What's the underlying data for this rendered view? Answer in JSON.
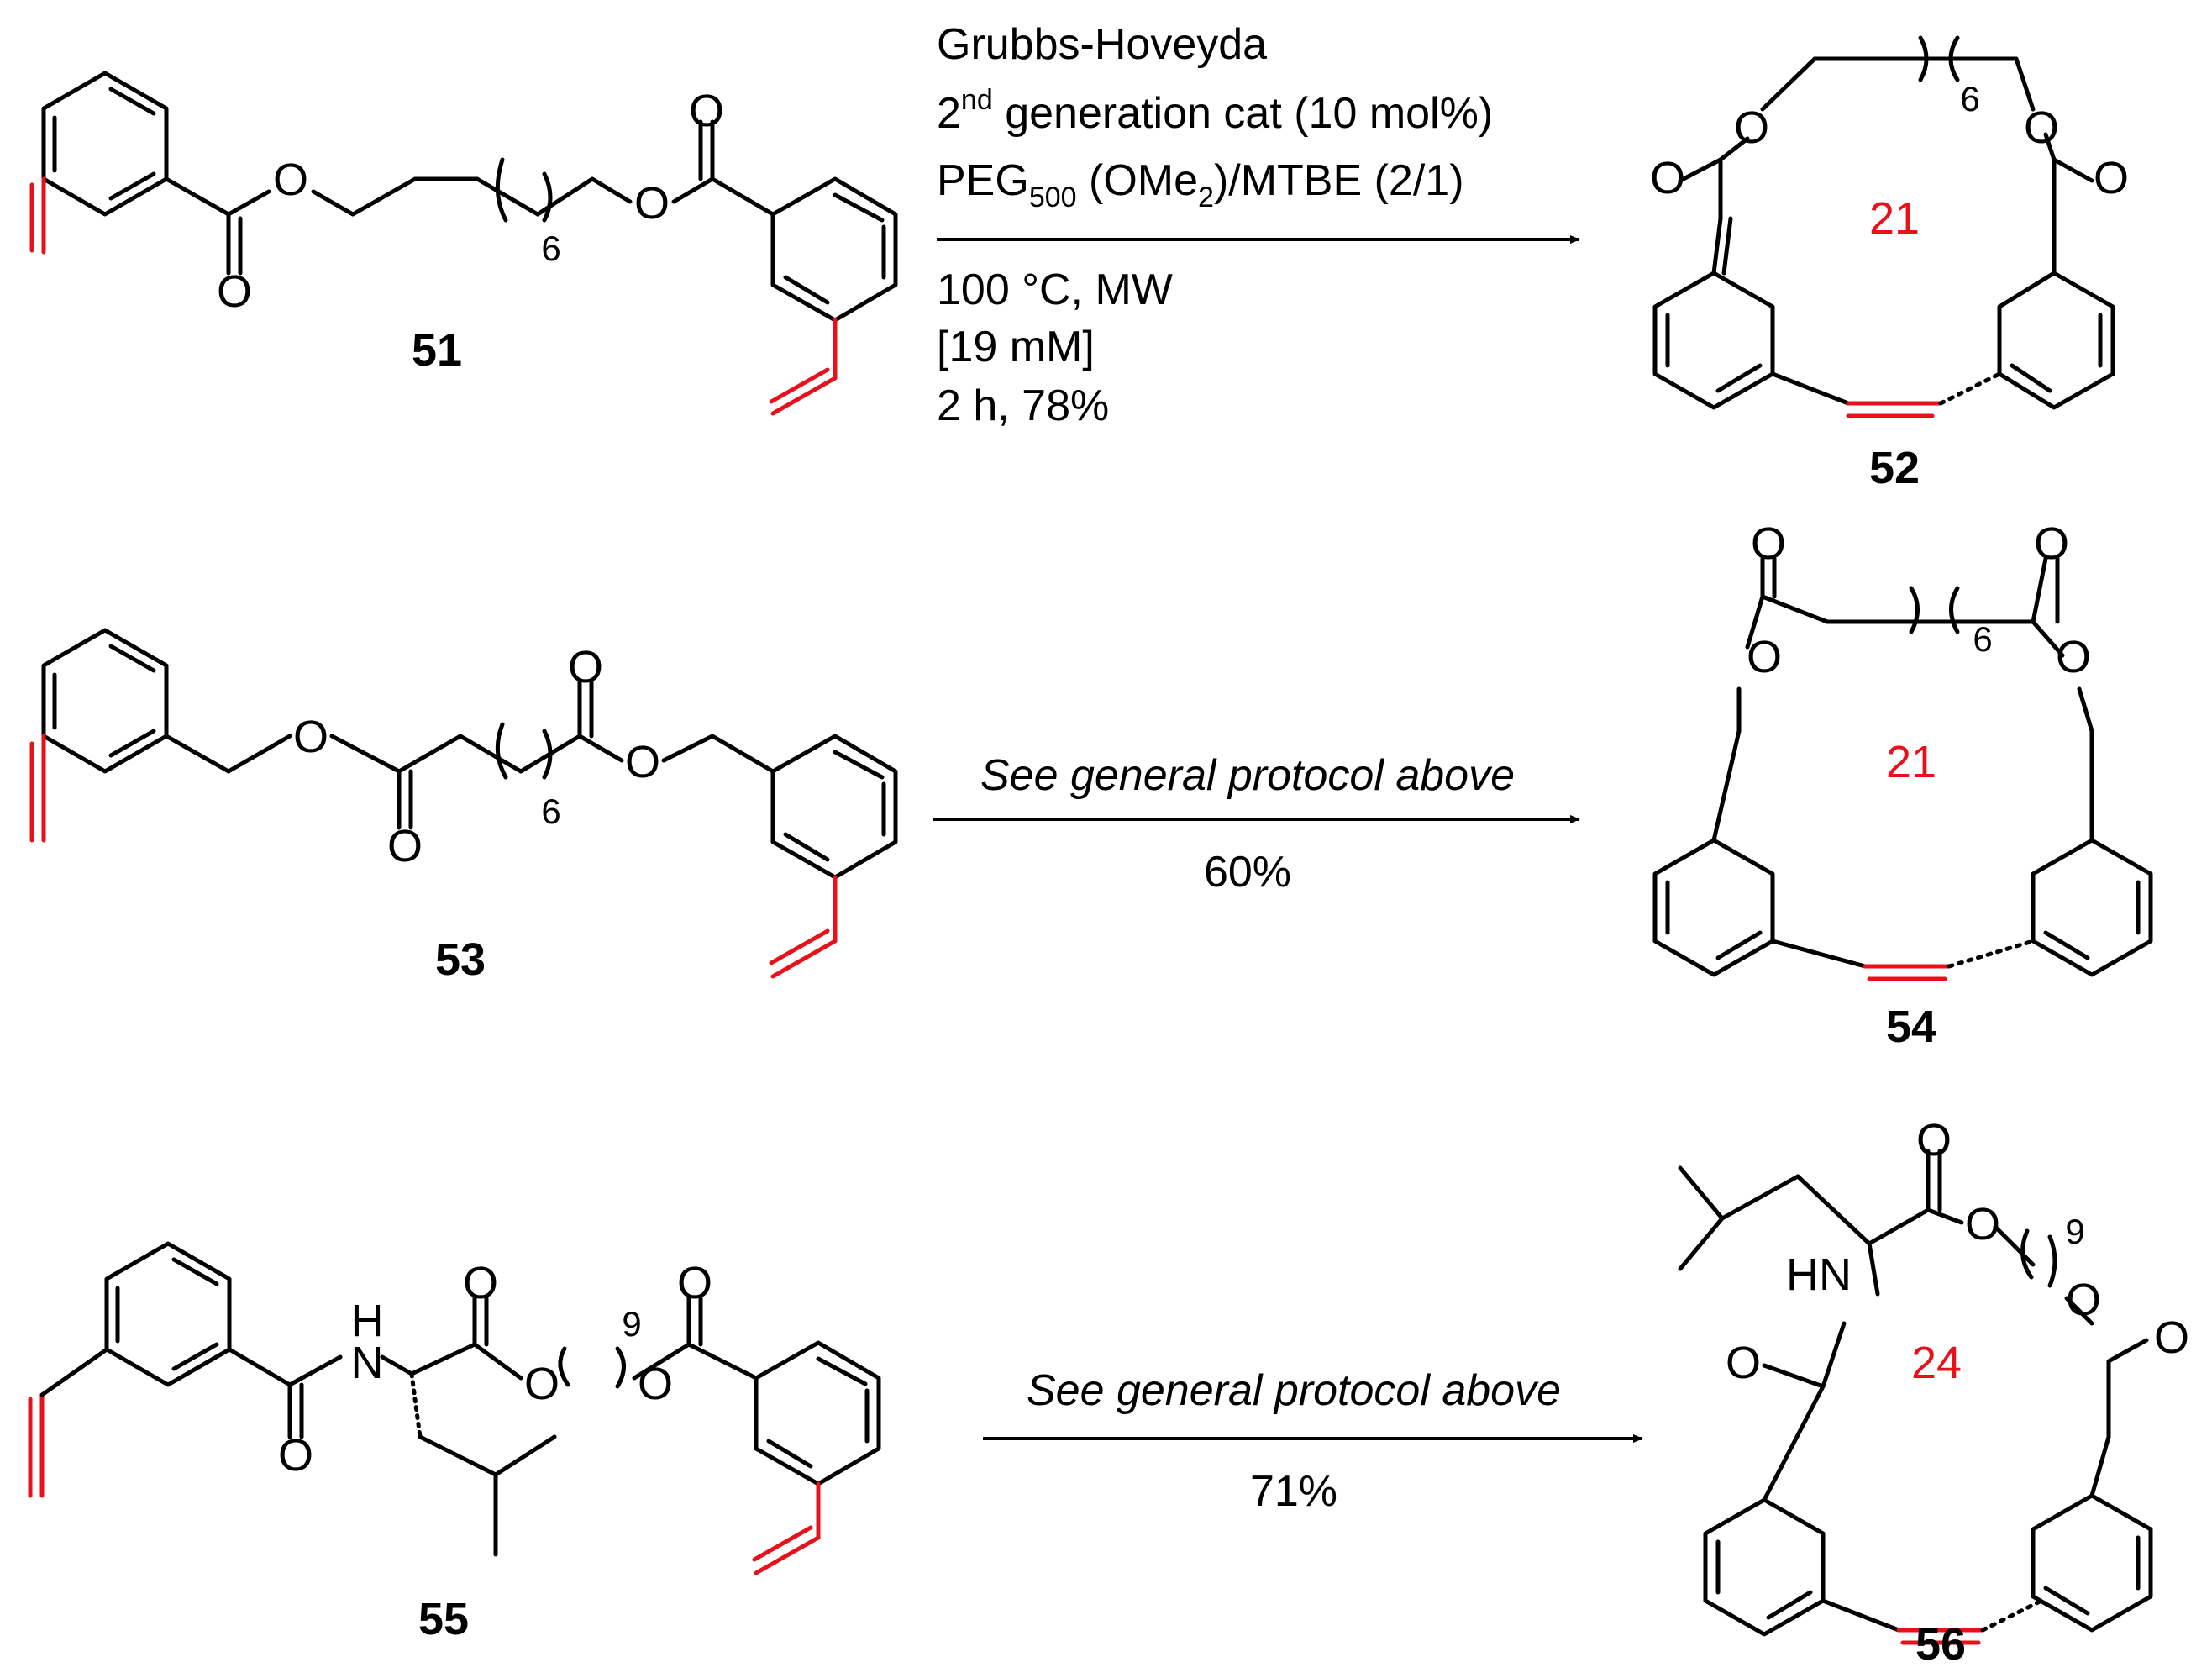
{
  "atoms": {
    "o": "O",
    "hn": "HN",
    "h": "H",
    "n": "N"
  },
  "indices": {
    "six": "6",
    "nine": "9"
  },
  "compounds": {
    "c51": "51",
    "c52": "52",
    "c53": "53",
    "c54": "54",
    "c55": "55",
    "c56": "56"
  },
  "ring_sizes": {
    "r52": "21",
    "r54": "21",
    "r56": "24"
  },
  "reaction1": {
    "line1": "Grubbs-Hoveyda",
    "line2_num": "2",
    "line2_sup": "nd",
    "line2_rest": " generation cat (10 mol%)",
    "line3_a": "PEG",
    "line3_sub1": "500",
    "line3_b": " (OMe",
    "line3_sub2": "2",
    "line3_c": ")/MTBE (2/1)",
    "line4": "100 °C, MW",
    "line5": "[19 mM]",
    "line6": "2 h, 78%"
  },
  "reaction2": {
    "above": "See general protocol above",
    "below": "60%"
  },
  "reaction3": {
    "above": "See general protocol above",
    "below": "71%"
  },
  "colors": {
    "highlight": "#e8101a",
    "ink": "#000000"
  }
}
